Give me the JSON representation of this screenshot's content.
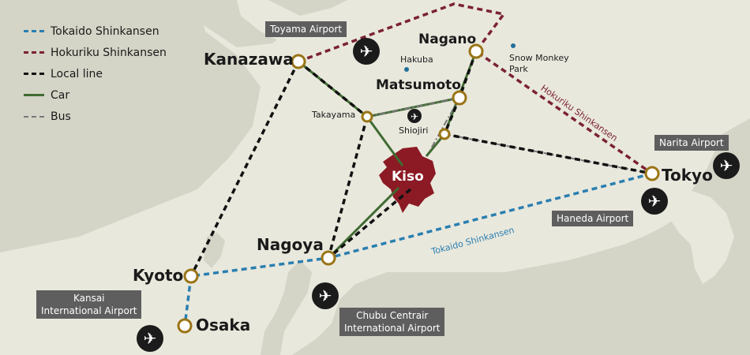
{
  "colors": {
    "tokaido": "#2a7fb0",
    "hokuriku": "#7a2234",
    "local": "#111111",
    "car": "#3f6b32",
    "bus": "#777777",
    "kiso": "#8b1a24",
    "station_ring": "#9a7416"
  },
  "legend": {
    "tokaido": "Tokaido Shinkansen",
    "hokuriku": "Hokuriku Shinkansen",
    "local": "Local line",
    "car": "Car",
    "bus": "Bus"
  },
  "cities": {
    "kanazawa": "Kanazawa",
    "nagano": "Nagano",
    "matsumoto": "Matsumoto",
    "takayama": "Takayama",
    "shiojiri": "Shiojiri",
    "tokyo": "Tokyo",
    "nagoya": "Nagoya",
    "kyoto": "Kyoto",
    "osaka": "Osaka"
  },
  "region": "Kiso",
  "places": {
    "hakuba": "Hakuba",
    "snow_monkey_line1": "Snow Monkey",
    "snow_monkey_line2": "Park"
  },
  "airports": {
    "toyama": "Toyama Airport",
    "narita": "Narita Airport",
    "haneda": "Haneda Airport",
    "kansai_line1": "Kansai",
    "kansai_line2": "International Airport",
    "chubu_line1": "Chubu Centrair",
    "chubu_line2": "International Airport"
  },
  "line_labels": {
    "hokuriku": "Hokuriku Shinkansen",
    "tokaido": "Tokaido Shinkansen"
  },
  "icons": {
    "airport": "airplane-icon",
    "station": "station-circle-icon"
  }
}
